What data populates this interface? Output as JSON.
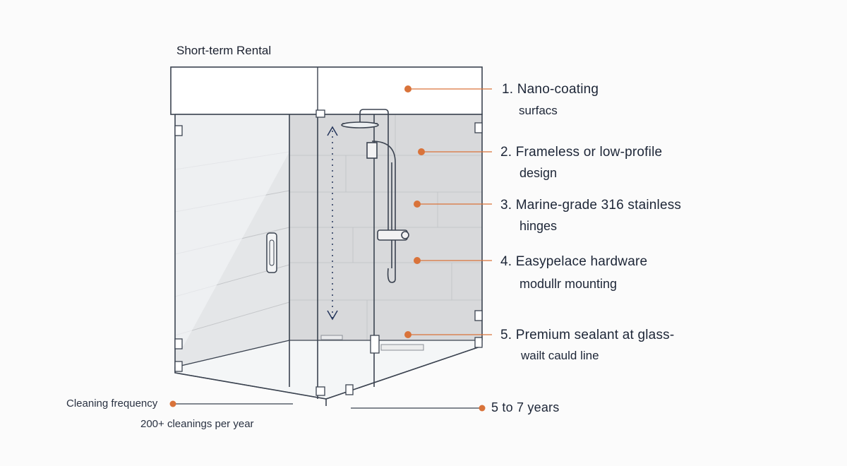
{
  "title": "Short-term Rental",
  "features": [
    {
      "number": "1.",
      "line1": "Nano-coating",
      "line2": "surfacs"
    },
    {
      "number": "2.",
      "line1": "Frameless or low-profile",
      "line2": "design"
    },
    {
      "number": "3.",
      "line1": "Marine-grade 316 stainless",
      "line2": "hinges"
    },
    {
      "number": "4.",
      "line1": "Easypelace hardware",
      "line2": "modullr mounting"
    },
    {
      "number": "5.",
      "line1": "Premium sealant at  glass-",
      "line2": "wailt cauld line"
    }
  ],
  "footer": {
    "frequency_label": "Cleaning frequency",
    "frequency_value": "200+ cleanings per year",
    "lifespan": "5 to 7 years"
  },
  "colors": {
    "accent": "#d9733a",
    "line": "#3b4350",
    "wall": "#dcdcde",
    "glass": "#eef3f6",
    "arrow": "#23345a"
  }
}
